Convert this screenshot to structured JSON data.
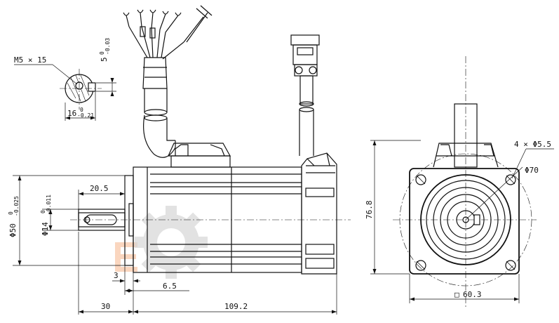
{
  "colors": {
    "line": "#111111",
    "watermark_gear": "#d7d7d7",
    "watermark_accent": "#f6b48a"
  },
  "labels": {
    "thread": "M5 × 15",
    "key_width": "5",
    "key_width_tol_upper": "0",
    "key_width_tol_lower": "-0.03",
    "key_height": "16",
    "key_height_tol_upper": "0",
    "key_height_tol_lower": "-0.21",
    "shaft_len": "20.5",
    "flange_dia": "Φ50",
    "flange_dia_tol_upper": "0",
    "flange_dia_tol_lower": "-0.025",
    "shaft_dia": "Φ14",
    "shaft_dia_tol_upper": "0",
    "shaft_dia_tol_lower": "-0.011",
    "flange_thick": "3",
    "pilot_len": "6.5",
    "shaft_total": "30",
    "body_len": "109.2",
    "mount_holes": "4 × Φ5.5",
    "pcd": "Φ70",
    "height": "76.8",
    "square": "60.3",
    "square_symbol": "□"
  }
}
